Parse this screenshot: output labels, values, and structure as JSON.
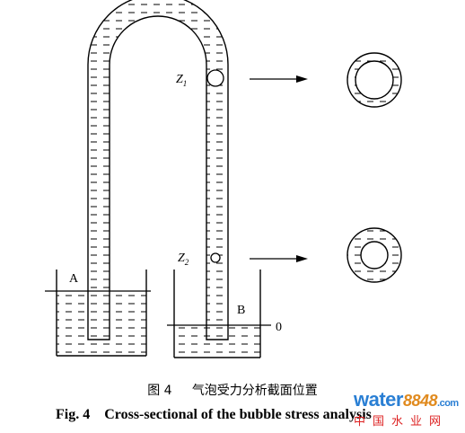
{
  "labels": {
    "z1": "Z",
    "z1_sub": "1",
    "z2": "Z",
    "z2_sub": "2",
    "a": "A",
    "b": "B",
    "zero": "0"
  },
  "caption": {
    "cn_num": "图 4",
    "cn_text": "气泡受力分析截面位置",
    "en_num": "Fig. 4",
    "en_text": "Cross-sectional of the bubble stress analysis"
  },
  "watermark": {
    "brand": "water",
    "num": "8848",
    "suffix": ".com",
    "cn": "中国水业网"
  },
  "colors": {
    "line": "#000000",
    "watermark_blue": "#2a7fd4",
    "watermark_orange": "#e08a1e",
    "watermark_red": "#dd2222"
  }
}
